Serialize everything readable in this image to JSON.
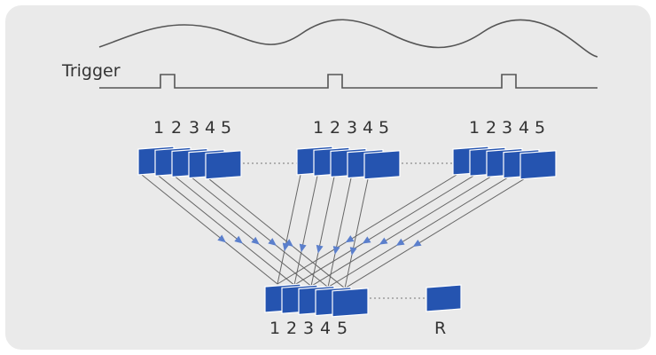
{
  "diagram": {
    "trigger_label": "Trigger",
    "frame_numbers": [
      "1",
      "2",
      "3",
      "4",
      "5"
    ],
    "reference_label": "R",
    "colors": {
      "panel": "#eaeaea",
      "frame": "#2554b0",
      "frame_edge": "#ffffff",
      "signal": "#555555",
      "arrow_line": "#666666",
      "arrow_head": "#5b7fcc",
      "dots": "#777777",
      "text": "#333333"
    }
  }
}
